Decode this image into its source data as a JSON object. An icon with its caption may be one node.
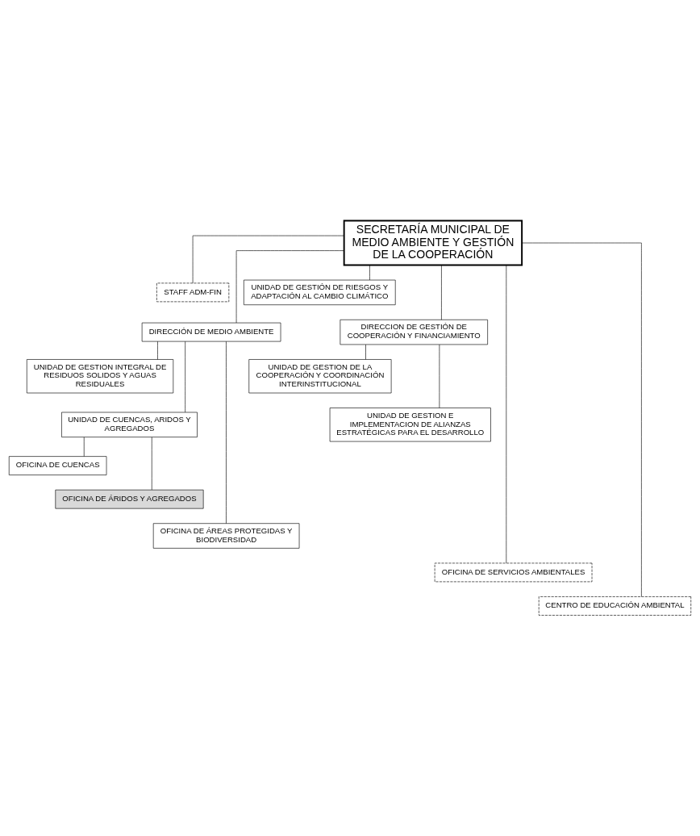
{
  "diagram": {
    "nodes": [
      {
        "text": [
          "SECRETARÍA MUNICIPAL DE MEDIO AMBIENTE Y GESTIÓN DE LA COOPERACIÓN"
        ]
      },
      {
        "text": [
          "STAFF ADM-FIN"
        ]
      },
      {
        "text": [
          "UNIDAD DE GESTIÓN DE RIESGOS Y ADAPTACIÓN AL CAMBIO CLIMÁTICO"
        ]
      },
      {
        "text": [
          "DIRECCIÓN DE MEDIO AMBIENTE"
        ]
      },
      {
        "text": [
          "DIRECCION DE GESTIÓN DE COOPERACIÓN Y FINANCIAMIENTO"
        ]
      },
      {
        "text": [
          "UNIDAD DE GESTION INTEGRAL DE RESIDUOS SOLIDOS Y AGUAS RESIDUALES"
        ]
      },
      {
        "text": [
          "UNIDAD DE CUENCAS, ARIDOS Y AGREGADOS"
        ]
      },
      {
        "text": [
          "OFICINA DE CUENCAS"
        ]
      },
      {
        "text": [
          "OFICINA DE ÁRIDOS Y AGREGADOS"
        ]
      },
      {
        "text": [
          "OFICINA DE ÁREAS PROTEGIDAS Y BIODIVERSIDAD"
        ]
      },
      {
        "text": [
          "UNIDAD DE GESTION DE LA COOPERACIÓN Y COORDINACIÓN INTERINSTITUCIONAL"
        ]
      },
      {
        "text": [
          "UNIDAD DE GESTION E IMPLEMENTACION DE ALIANZAS ESTRATÉGICAS PARA EL DESARROLLO"
        ]
      },
      {
        "text": [
          "OFICINA DE SERVICIOS AMBIENTALES"
        ]
      },
      {
        "text": [
          "CENTRO DE EDUCACIÓN AMBIENTAL"
        ]
      }
    ],
    "edges": [
      {
        "from": 0,
        "to": 1,
        "arrow": "none"
      },
      {
        "from": 0,
        "to": 2,
        "arrow": "none"
      },
      {
        "from": 0,
        "to": 3,
        "arrow": "none"
      },
      {
        "from": 0,
        "to": 4,
        "arrow": "none"
      },
      {
        "from": 3,
        "to": 5,
        "arrow": "none"
      },
      {
        "from": 3,
        "to": 6,
        "arrow": "none"
      },
      {
        "from": 6,
        "to": 7,
        "arrow": "none"
      },
      {
        "from": 6,
        "to": 8,
        "arrow": "none"
      },
      {
        "from": 3,
        "to": 9,
        "arrow": "none"
      },
      {
        "from": 4,
        "to": 10,
        "arrow": "none"
      },
      {
        "from": 4,
        "to": 11,
        "arrow": "none"
      },
      {
        "from": 0,
        "to": 12,
        "arrow": "none"
      },
      {
        "from": 0,
        "to": 13,
        "arrow": "none"
      }
    ]
  }
}
